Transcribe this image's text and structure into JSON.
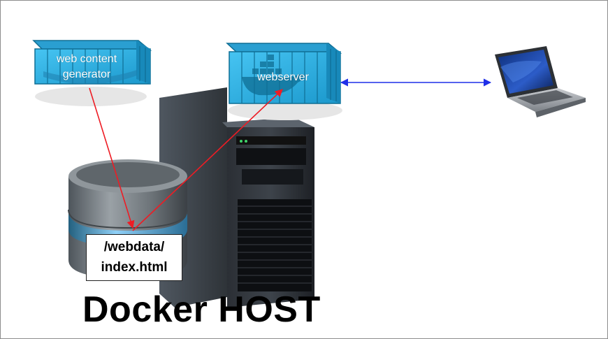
{
  "containers": {
    "generator": {
      "label_line1": "web content",
      "label_line2": "generator"
    },
    "webserver": {
      "label": "webserver"
    }
  },
  "storage": {
    "path_line1": "/webdata/",
    "path_line2": "index.html"
  },
  "host": {
    "title": "Docker HOST"
  },
  "icons": [
    "container-icon",
    "database-icon",
    "server-tower-icon",
    "laptop-icon",
    "docker-whale-icon"
  ],
  "colors": {
    "container_blue": "#2fb3e8",
    "container_dark": "#0f6e94",
    "write_arrow": "#ee1c24",
    "http_arrow": "#1f2fe8",
    "server_dark": "#25282d",
    "storage_gray": "#6d7378",
    "storage_blue": "#5aa7e0"
  }
}
